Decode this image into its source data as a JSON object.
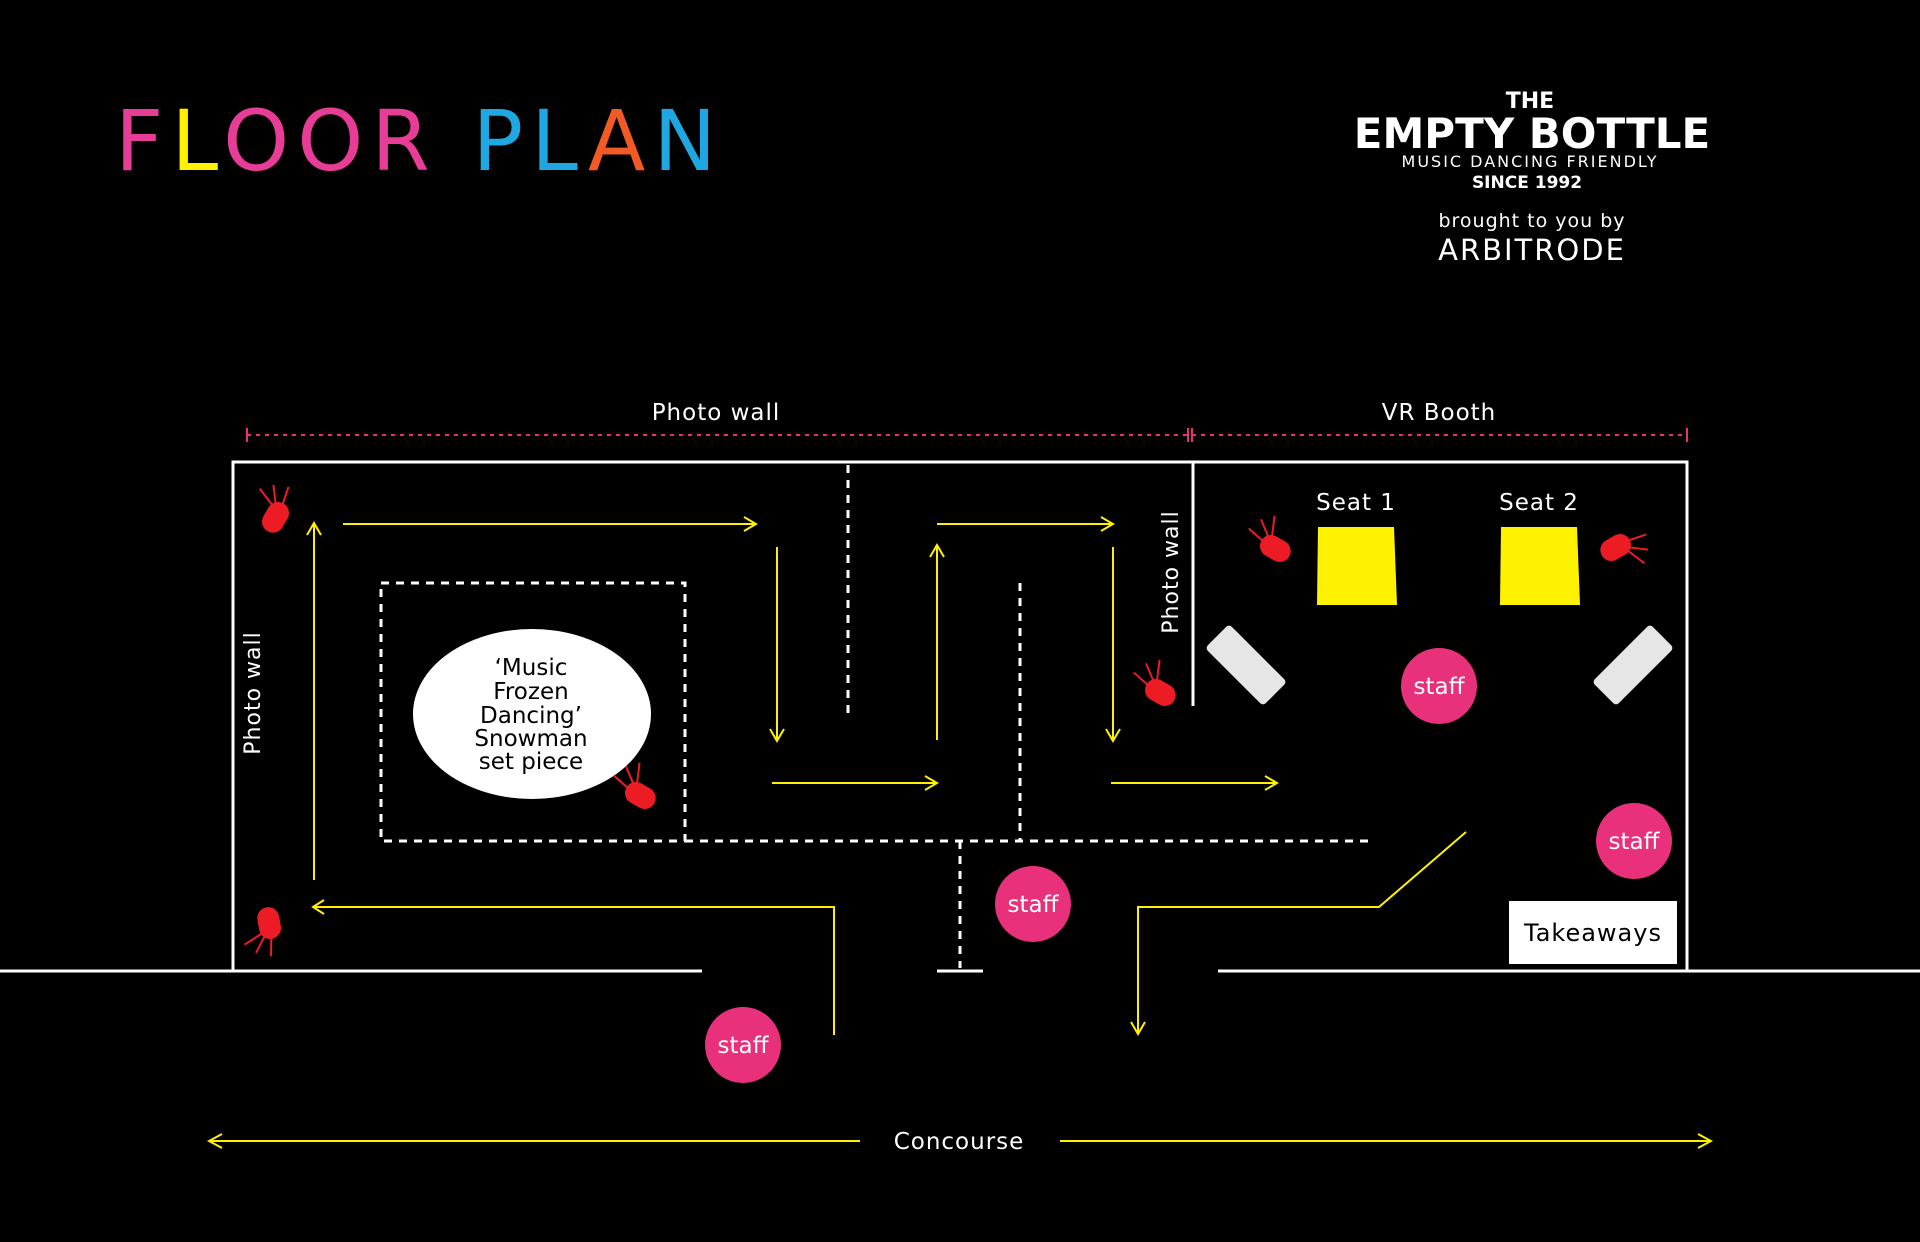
{
  "title": {
    "letters": [
      "F",
      "L",
      "O",
      "O",
      "R",
      " ",
      "P",
      "L",
      "A",
      "N"
    ],
    "colors": [
      "#e83d97",
      "#fff200",
      "#e83d97",
      "#e83d97",
      "#e83d97",
      "#000000",
      "#1ea7e1",
      "#1ea7e1",
      "#f15a24",
      "#1ea7e1"
    ]
  },
  "logo": {
    "the": "THE",
    "name": "EMPTY BOTTLE",
    "tagline": "MUSIC DANCING FRIENDLY",
    "since": "SINCE 1992"
  },
  "sponsor": {
    "line": "brought to you by",
    "name": "ARBITRODE"
  },
  "zones": {
    "photo_wall_top": "Photo wall",
    "vr_booth": "VR Booth",
    "photo_wall_left": "Photo wall",
    "photo_wall_mid": "Photo wall"
  },
  "seats": [
    "Seat 1",
    "Seat 2"
  ],
  "set_piece": [
    "‘Music",
    "Frozen",
    "Dancing’",
    "Snowman",
    "set piece"
  ],
  "staff_label": "staff",
  "takeaways": "Takeaways",
  "concourse": "Concourse",
  "colors": {
    "background": "#000000",
    "path": "#fff200",
    "staff": "#e8317a",
    "seat": "#fff200",
    "light": "#ed1c24",
    "zone_marker": "#e8317a",
    "wall": "#ffffff",
    "screen": "#e6e6e6"
  },
  "icons": [
    "spotlight-icon",
    "arrow-icon"
  ]
}
